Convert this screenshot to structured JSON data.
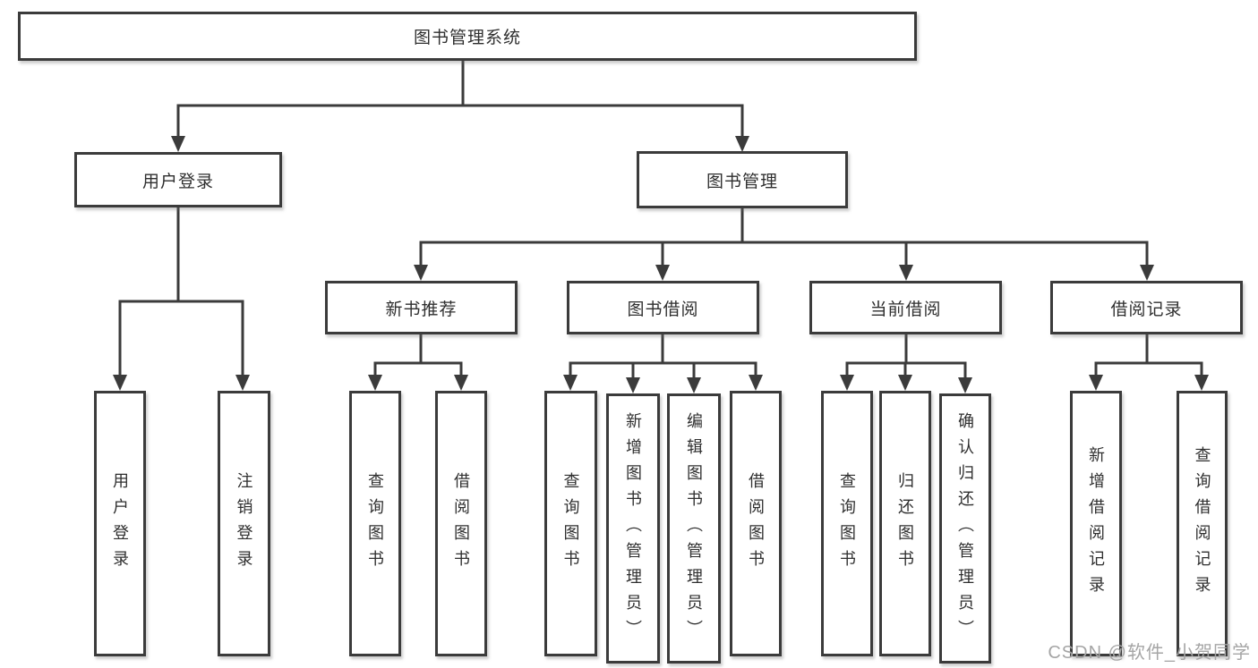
{
  "diagram": {
    "root": "图书管理系统",
    "user_login": {
      "label": "用户登录",
      "children": [
        "用户登录",
        "注销登录"
      ]
    },
    "book_management": {
      "label": "图书管理",
      "sections": {
        "new_book_recommend": {
          "label": "新书推荐",
          "children": [
            "查询图书",
            "借阅图书"
          ]
        },
        "book_borrow": {
          "label": "图书借阅",
          "children": [
            "查询图书",
            "新增图书（管理员）",
            "编辑图书（管理员）",
            "借阅图书"
          ]
        },
        "current_borrow": {
          "label": "当前借阅",
          "children": [
            "查询图书",
            "归还图书",
            "确认归还（管理员）"
          ]
        },
        "borrow_records": {
          "label": "借阅记录",
          "children": [
            "新增借阅记录",
            "查询借阅记录"
          ]
        }
      }
    }
  },
  "watermark": "CSDN @软件_小贺同学",
  "colors": {
    "line": "#3b3b3b",
    "text": "#2f2f2f",
    "watermark": "#a5a5a5",
    "background": "#ffffff"
  }
}
